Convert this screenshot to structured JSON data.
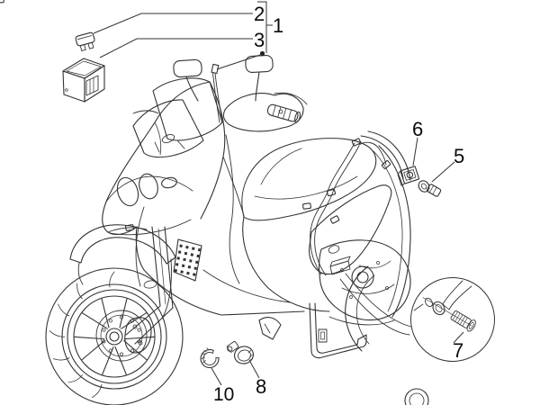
{
  "diagram": {
    "kind": "scooter-electrical-parts-line-diagram",
    "colors": {
      "background": "#ffffff",
      "line": "#333333",
      "label": "#0a0a0a"
    },
    "callouts": {
      "c1": {
        "number": "1",
        "target": "fuse-kit-group"
      },
      "c2": {
        "number": "2",
        "target": "blade-fuse"
      },
      "c3": {
        "number": "3",
        "target": "fuse-holder-box"
      },
      "c5": {
        "number": "5",
        "target": "fixing-screw"
      },
      "c6": {
        "number": "6",
        "target": "u-clip-nut"
      },
      "c7": {
        "number": "7",
        "target": "clamp-screw-in-detail-balloon"
      },
      "c8": {
        "number": "8",
        "target": "hose-clamp"
      },
      "c10": {
        "number": "10",
        "target": "open-ring-clip"
      }
    }
  }
}
